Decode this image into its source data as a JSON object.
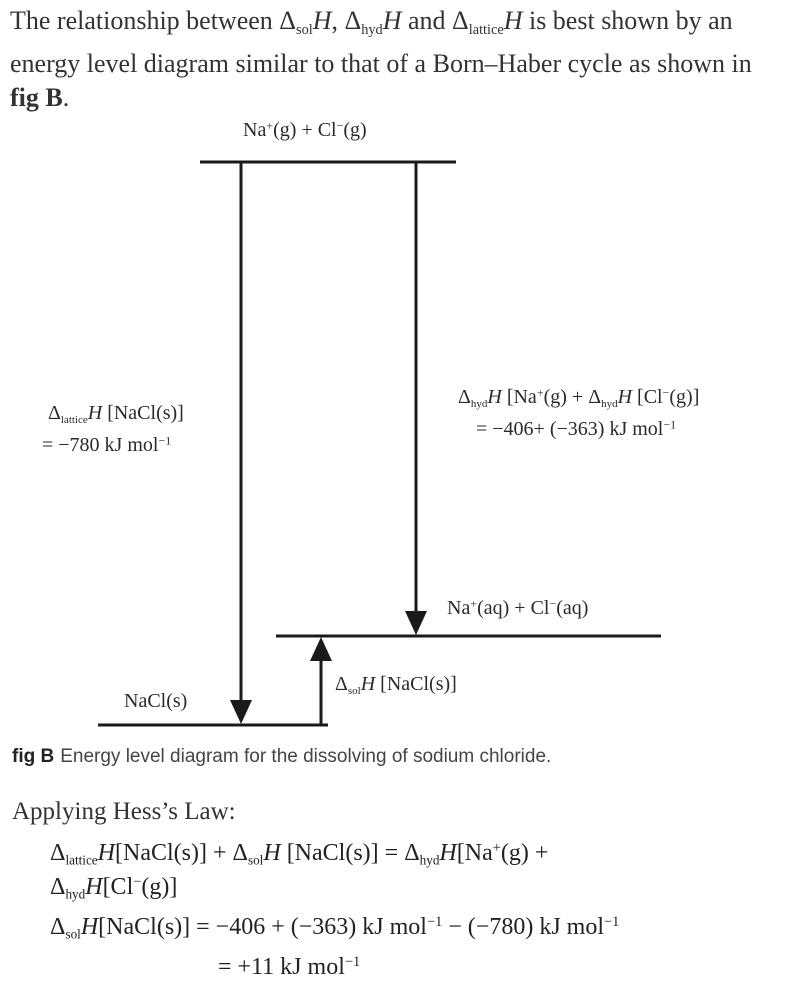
{
  "intro": {
    "t1": "The relationship between ",
    "d1": "Δ",
    "s1": "sol",
    "h1": "H",
    "sep1": ", ",
    "d2": "Δ",
    "s2": "hyd",
    "h2": "H",
    "t2": " and ",
    "d3": "Δ",
    "s3": "lattice",
    "h3": "H",
    "t3": " is best shown by an energy level diagram similar to that of a Born–Haber cycle as shown in ",
    "figref": "fig B",
    "t4": "."
  },
  "diagram": {
    "top_level": {
      "na": "Na",
      "na_charge": "+",
      "na_state": "(g) + Cl",
      "cl_charge": "−",
      "cl_state": "(g)"
    },
    "aq_level": {
      "na": "Na",
      "na_charge": "+",
      "na_state": "(aq) + Cl",
      "cl_charge": "−",
      "cl_state": "(aq)"
    },
    "bottom_level": "NaCl(s)",
    "lattice_label": {
      "delta": "Δ",
      "sub": "lattice",
      "h": "H",
      "species": " [NaCl(s)]",
      "value": "= −780 kJ mol",
      "unit_exp": "−1"
    },
    "hyd_label": {
      "delta1": "Δ",
      "sub1": "hyd",
      "h1": "H",
      "species1a": " [Na",
      "c1": "+",
      "species1b": "(g) + ",
      "delta2": "Δ",
      "sub2": "hyd",
      "h2": "H",
      "species2a": " [Cl",
      "c2": "−",
      "species2b": "(g)]",
      "value": "= −406+ (−363) kJ mol",
      "unit_exp": "−1"
    },
    "sol_label": {
      "delta": "Δ",
      "sub": "sol",
      "h": "H",
      "species": " [NaCl(s)]"
    }
  },
  "caption": {
    "label": "fig B",
    "text": "Energy level diagram for the dissolving of sodium chloride."
  },
  "hess": {
    "heading": "Applying Hess’s Law:",
    "eq1": {
      "d1": "Δ",
      "s1": "lattice",
      "h1": "H",
      "p1": "[NaCl(s)] + ",
      "d2": "Δ",
      "s2": "sol",
      "h2": "H",
      "p2": " [NaCl(s)] = ",
      "d3": "Δ",
      "s3": "hyd",
      "h3": "H",
      "p3": "[Na",
      "c3": "+",
      "p3b": "(g) +",
      "d4": "Δ",
      "s4": "hyd",
      "h4": "H",
      "p4": "[Cl",
      "c4": "−",
      "p4b": "(g)]"
    },
    "eq2": {
      "d": "Δ",
      "s": "sol",
      "h": "H",
      "p1": "[NaCl(s)] = −406 + (−363) kJ mol",
      "e1": "−1",
      "p2": " − (−780) kJ mol",
      "e2": "−1"
    },
    "eq3": {
      "p": "= +11 kJ mol",
      "e": "−1"
    }
  }
}
